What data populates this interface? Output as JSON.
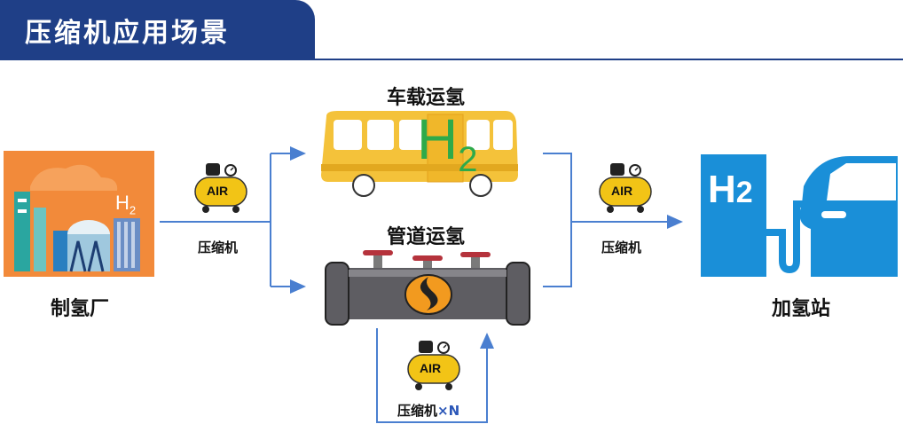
{
  "header": {
    "title": "压缩机应用场景"
  },
  "nodes": {
    "plant": {
      "label": "制氢厂",
      "h2_label": "H",
      "h2_sub": "2"
    },
    "truck": {
      "label": "车载运氢",
      "h2_label": "H",
      "h2_sub": "2"
    },
    "pipeline": {
      "label": "管道运氢"
    },
    "station": {
      "label": "加氢站",
      "h2_label": "H",
      "h2_sub": "2"
    }
  },
  "compressors": {
    "left": {
      "badge": "AIR",
      "label": "压缩机"
    },
    "right": {
      "badge": "AIR",
      "label": "压缩机"
    },
    "bottom": {
      "badge": "AIR",
      "label": "压缩机",
      "multiplier": "×N"
    }
  },
  "colors": {
    "title_bar": "#1f3f87",
    "flow_line": "#4a7fd0",
    "compressor_yellow": "#f2c416",
    "station_blue": "#1a8fd8",
    "plant_orange": "#f28a3a",
    "bus_yellow": "#f4c23a",
    "h2_green": "#2eaa4a",
    "pipe_gray": "#5e5d62",
    "pipe_red": "#b5333c"
  }
}
